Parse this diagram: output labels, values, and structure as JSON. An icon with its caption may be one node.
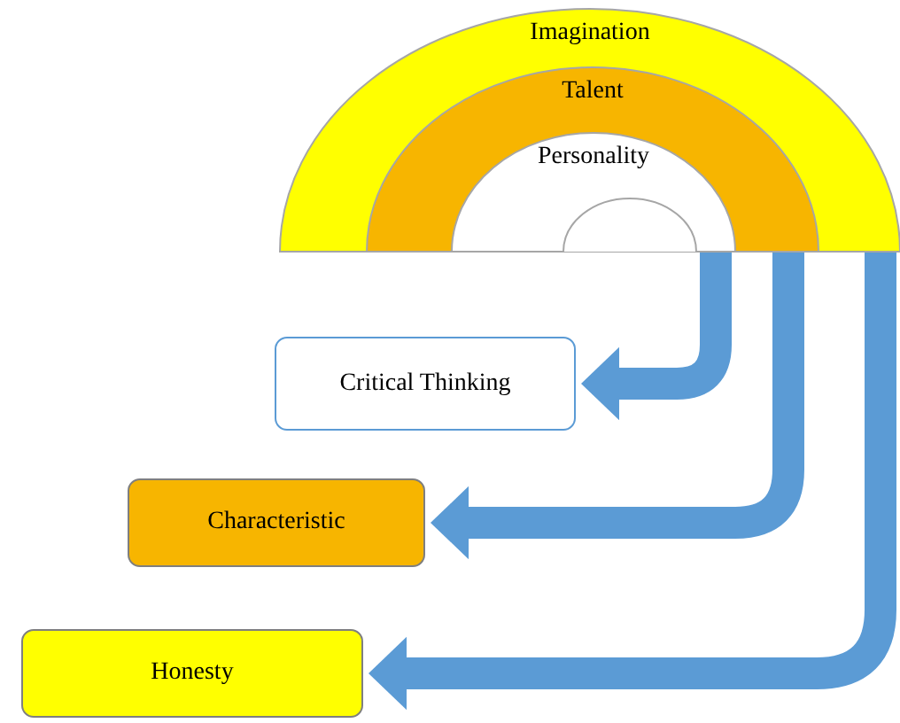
{
  "diagram": {
    "nodes": [
      {
        "text": [
          "Imagination"
        ]
      },
      {
        "text": [
          "Talent"
        ],
        "in": 0
      },
      {
        "text": [
          "Personality"
        ],
        "in": 1
      },
      {
        "text": [
          "Critical Thinking"
        ]
      },
      {
        "text": [
          "Characteristic"
        ]
      },
      {
        "text": [
          "Honesty"
        ]
      }
    ],
    "edges": [
      {
        "from": 2,
        "to": 3,
        "arrow": "to"
      },
      {
        "from": 1,
        "to": 4,
        "arrow": "to"
      },
      {
        "from": 0,
        "to": 5,
        "arrow": "to"
      }
    ]
  }
}
